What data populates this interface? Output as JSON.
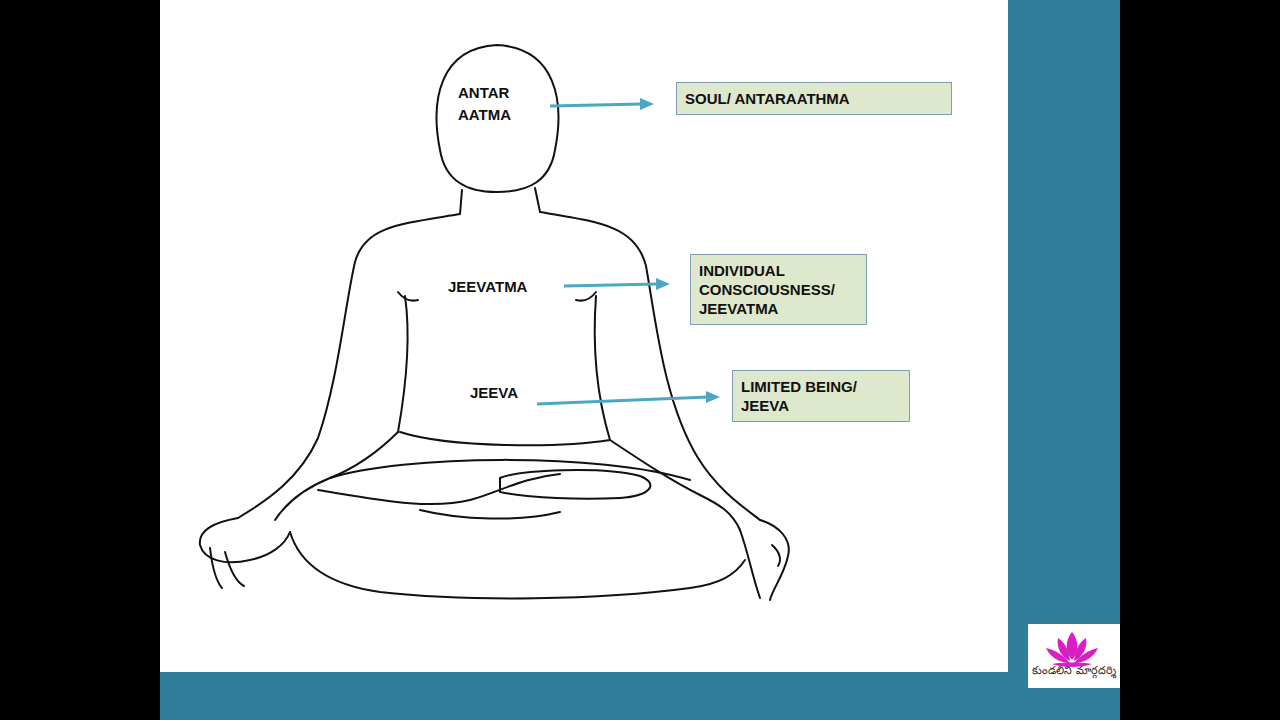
{
  "diagram": {
    "nodes": [
      {
        "text": [
          "SOUL/ ANTARAATHMA"
        ]
      },
      {
        "text": [
          "INDIVIDUAL CONSCIOUSNESS/ JEEVATMA"
        ]
      },
      {
        "text": [
          "LIMITED BEING/ JEEVA"
        ]
      }
    ],
    "labels": [
      "ANTAR AATMA",
      "JEEVATMA",
      "JEEVA",
      "కుండలిని మార్గదర్శి"
    ]
  }
}
